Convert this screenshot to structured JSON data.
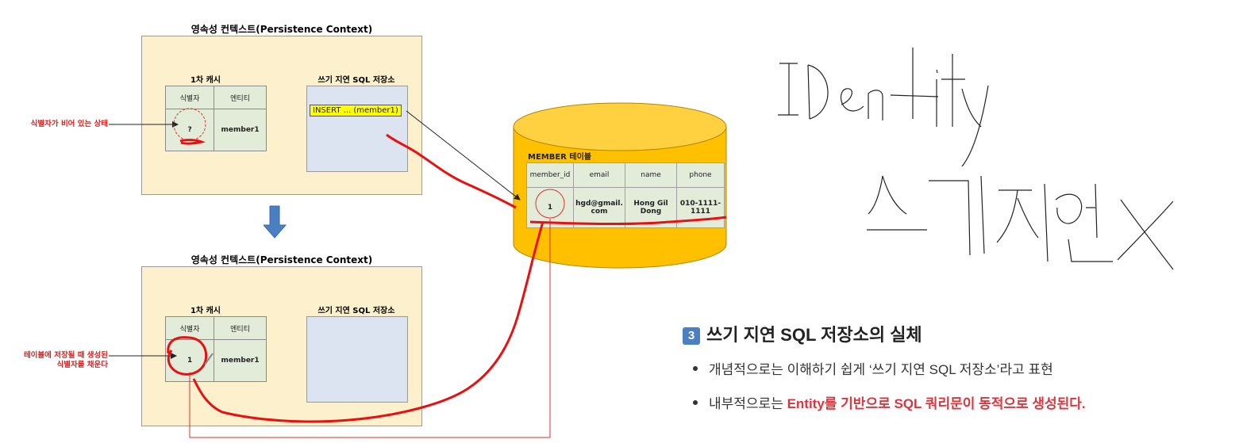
{
  "top_context": {
    "title": "영속성 컨텍스트(Persistence Context)",
    "cache_title": "1차 캐시",
    "sql_store_title": "쓰기 지연 SQL 저장소",
    "col_id": "식별자",
    "col_entity": "엔티티",
    "id_value": "?",
    "entity_value": "member1",
    "insert_stmt": "INSERT ... (member1)"
  },
  "bottom_context": {
    "title": "영속성 컨텍스트(Persistence Context)",
    "cache_title": "1차 캐시",
    "sql_store_title": "쓰기 지연 SQL 저장소",
    "col_id": "식별자",
    "col_entity": "엔티티",
    "id_value": "1",
    "entity_value": "member1"
  },
  "notes": {
    "empty_id": "식별자가 비어 있는 상태",
    "filled_line1": "테이블에 저장될 때 생성된",
    "filled_line2": "식별자를 채운다"
  },
  "db": {
    "table_name": "MEMBER 테이블",
    "headers": [
      "member_id",
      "email",
      "name",
      "phone"
    ],
    "row": {
      "member_id": "1",
      "email_1": "hgd@gmail.",
      "email_2": "com",
      "name_1": "Hong Gil",
      "name_2": "Dong",
      "phone_1": "010-1111-",
      "phone_2": "1111"
    }
  },
  "section": {
    "number": "3",
    "title": "쓰기 지연 SQL 저장소의 실체",
    "bullet1": "개념적으로는 이해하기 쉽게 ‘쓰기 지연 SQL 저장소’라고 표현",
    "bullet2_prefix": "내부적으로는 ",
    "bullet2_highlight": "Entity를 기반으로 SQL 쿼리문이 동적으로 생성된다."
  },
  "colors": {
    "context_bg": "#fdf0cd",
    "cache_bg": "#e3ecd9",
    "sql_store_bg": "#dce3f1",
    "db_gold": "#ffc000",
    "annotation_red": "#e02020",
    "highlight_red": "#d9363e",
    "arrow_blue": "#4a7fc1"
  }
}
